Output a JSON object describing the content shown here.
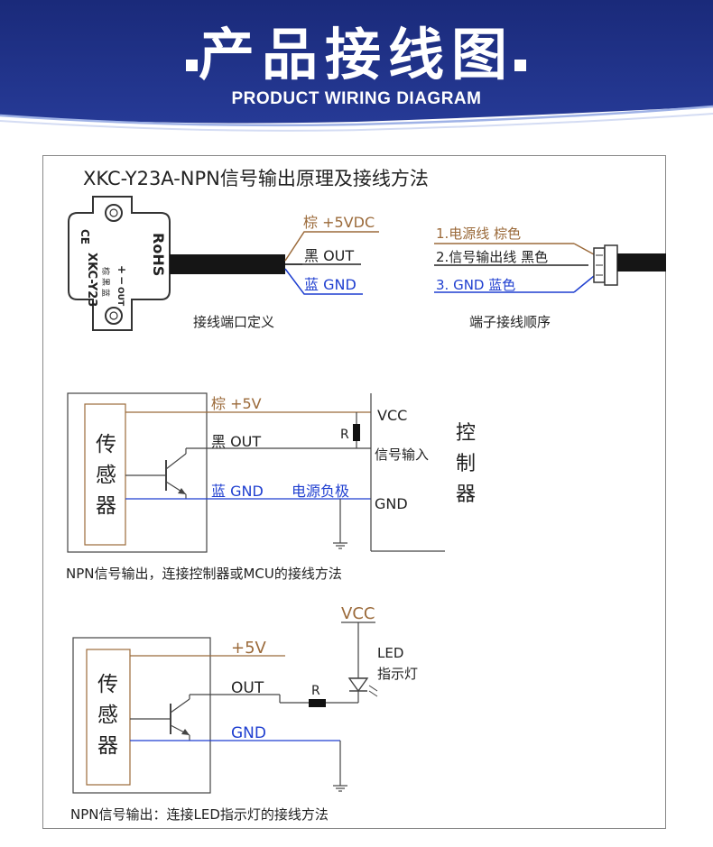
{
  "header": {
    "title_cn": "产品接线图",
    "title_en": "PRODUCT WIRING DIAGRAM",
    "bg_color": "#1b2d80"
  },
  "section1": {
    "title": "XKC-Y23A-NPN信号输出原理及接线方法",
    "sensor_marks": [
      "RoHS",
      "XKC-Y23",
      "+",
      "−",
      "OUT",
      "棕",
      "黑",
      "蓝",
      "CE"
    ],
    "wire_labels": [
      "棕 +5VDC",
      "黑 OUT",
      "蓝 GND"
    ],
    "caption_left": "接线端口定义",
    "connector_labels": [
      "1.电源线 棕色",
      "2.信号输出线 黑色",
      "3. GND  蓝色"
    ],
    "caption_right": "端子接线顺序"
  },
  "section2": {
    "sensor_label": [
      "传",
      "感",
      "器"
    ],
    "brown_label": "棕 +5V",
    "black_label": "黑 OUT",
    "blue_label": "蓝 GND",
    "negative_label": "电源负极",
    "vcc": "VCC",
    "resistor": "R",
    "signal_input": "信号输入",
    "gnd": "GND",
    "controller": [
      "控",
      "制",
      "器"
    ],
    "caption": "NPN信号输出，连接控制器或MCU的接线方法"
  },
  "section3": {
    "sensor_label": [
      "传",
      "感",
      "器"
    ],
    "vcc": "VCC",
    "plus5": "+5V",
    "out": "OUT",
    "gnd": "GND",
    "resistor": "R",
    "led": "LED",
    "led_cn": "指示灯",
    "caption": "NPN信号输出：连接LED指示灯的接线方法"
  },
  "colors": {
    "brown": "#9b6a3a",
    "black": "#222222",
    "blue": "#1f3fd0",
    "title_blue": "#1b2d80"
  }
}
